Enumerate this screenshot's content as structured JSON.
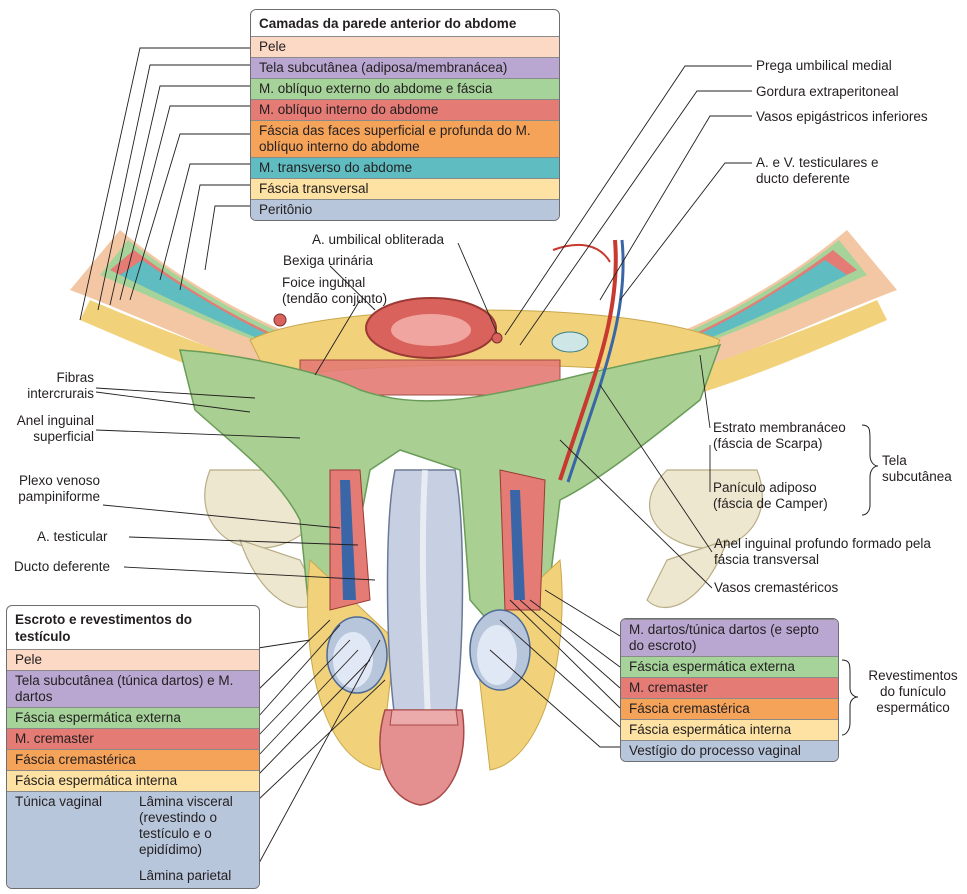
{
  "abdominal_wall_box": {
    "title": "Camadas da parede anterior do abdome",
    "rows": [
      {
        "text": "Pele",
        "color": "#fbd9c4"
      },
      {
        "text": "Tela subcutânea (adiposa/membranácea)",
        "color": "#b9a7d1"
      },
      {
        "text": "M. oblíquo externo do abdome e fáscia",
        "color": "#a6d39a"
      },
      {
        "text": "M. oblíquo interno do abdome",
        "color": "#e47b75"
      },
      {
        "text": "Fáscia das faces superficial e profunda do M. oblíquo interno do abdome",
        "color": "#f6a35a"
      },
      {
        "text": "M. transverso do abdome",
        "color": "#5fbcc1"
      },
      {
        "text": "Fáscia transversal",
        "color": "#fde2a3"
      },
      {
        "text": "Peritônio",
        "color": "#b8c6dc"
      }
    ]
  },
  "scrotum_box": {
    "title": "Escroto e revestimentos do testículo",
    "rows": [
      {
        "text": "Pele",
        "color": "#fbd9c4"
      },
      {
        "text": "Tela subcutânea (túnica dartos) e M. dartos",
        "color": "#b9a7d1"
      },
      {
        "text": "Fáscia espermática externa",
        "color": "#a6d39a"
      },
      {
        "text": "M. cremaster",
        "color": "#e47b75"
      },
      {
        "text": "Fáscia cremastérica",
        "color": "#f6a35a"
      },
      {
        "text": "Fáscia espermática interna",
        "color": "#fde2a3"
      }
    ],
    "tunica": {
      "label": "Túnica vaginal",
      "visceral": "Lâmina visceral (revestindo o testículo e o epidídimo)",
      "parietal": "Lâmina parietal",
      "color": "#b8c6dc"
    }
  },
  "cord_box": {
    "rows": [
      {
        "text": "M. dartos/túnica dartos (e septo do escroto)",
        "color": "#b9a7d1"
      },
      {
        "text": "Fáscia espermática externa",
        "color": "#a6d39a"
      },
      {
        "text": "M. cremaster",
        "color": "#e47b75"
      },
      {
        "text": "Fáscia cremastérica",
        "color": "#f6a35a"
      },
      {
        "text": "Fáscia espermática interna",
        "color": "#fde2a3"
      },
      {
        "text": "Vestígio do processo vaginal",
        "color": "#b8c6dc"
      }
    ],
    "brace_label": "Revestimentos do funículo espermático"
  },
  "labels": {
    "umbilical_artery": "A. umbilical obliterada",
    "bladder": "Bexiga urinária",
    "inguinal_falx": "Foice inguinal (tendão conjunto)",
    "medial_fold": "Prega umbilical medial",
    "extraperitoneal_fat": "Gordura extraperitoneal",
    "epigastric_vessels": "Vasos epigástricos inferiores",
    "testicular_vessels": "A. e V. testiculares e ducto deferente",
    "intercrural": "Fibras intercrurais",
    "superficial_ring": "Anel inguinal superficial",
    "pampiniform": "Plexo venoso pampiniforme",
    "testicular_artery": "A. testicular",
    "ductus_deferens": "Ducto deferente",
    "scarpa": "Estrato membranáceo (fáscia de Scarpa)",
    "camper": "Panículo adiposo (fáscia de Camper)",
    "tela_subcutanea": "Tela subcutânea",
    "deep_ring": "Anel inguinal profundo formado pela fáscia transversal",
    "cremasteric_vessels": "Vasos cremastéricos"
  }
}
